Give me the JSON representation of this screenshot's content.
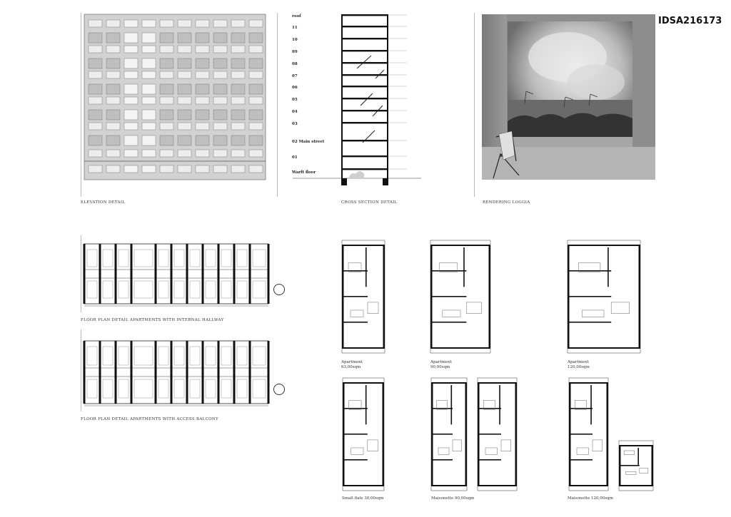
{
  "board_id": "IDSA216173",
  "captions": {
    "elevation": "ELEVATION DETAIL",
    "section": "CROSS SECTION DETAIL",
    "rendering": "RENDERING LOGGIA",
    "plan_hallway": "FLOOR PLAN DETAIL APARTMENTS WITH INTERNAL HALLWAY",
    "plan_balcony": "FLOOR PLAN DETAIL APARTMENTS WITH ACCESS BALCONY"
  },
  "section_levels": [
    "roof",
    "11",
    "10",
    "09",
    "08",
    "07",
    "06",
    "05",
    "04",
    "03",
    "02 Main street",
    "01",
    "Warft floor"
  ],
  "unit_labels": [
    {
      "name": "Apartment",
      "area": "63,00sqm"
    },
    {
      "name": "Apartment",
      "area": "90,00sqm"
    },
    {
      "name": "Apartment",
      "area": "120,00sqm"
    },
    {
      "name": "Small flats 30,00sqm",
      "area": ""
    },
    {
      "name": "Maisonette 90,00sqm",
      "area": ""
    },
    {
      "name": "Maisonette 120,00sqm",
      "area": ""
    }
  ]
}
